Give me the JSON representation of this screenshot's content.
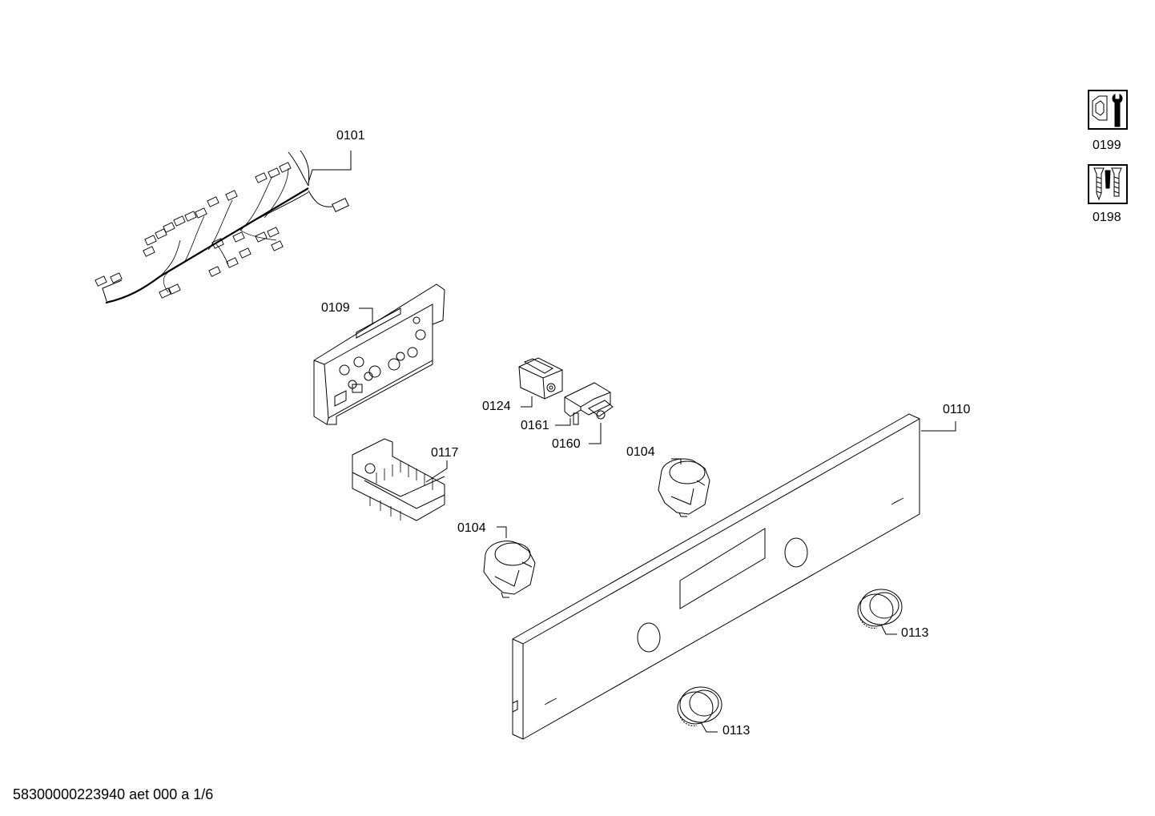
{
  "diagram": {
    "parts": [
      {
        "label": "0101",
        "name": "wiring-harness"
      },
      {
        "label": "0109",
        "name": "control-module"
      },
      {
        "label": "0124",
        "name": "rotary-switch"
      },
      {
        "label": "0161",
        "name": "switch-bracket"
      },
      {
        "label": "0160",
        "name": "switch-lamp"
      },
      {
        "label": "0117",
        "name": "selector-switch"
      },
      {
        "label": "0104",
        "name": "knob-holder"
      },
      {
        "label": "0104",
        "name": "knob-holder"
      },
      {
        "label": "0110",
        "name": "control-panel"
      },
      {
        "label": "0113",
        "name": "control-knob"
      },
      {
        "label": "0113",
        "name": "control-knob"
      }
    ],
    "side_icons": [
      {
        "label": "0199",
        "icon": "tools-icon"
      },
      {
        "label": "0198",
        "icon": "screws-icon"
      }
    ],
    "footer": "58300000223940 aet 000 a 1/6"
  }
}
